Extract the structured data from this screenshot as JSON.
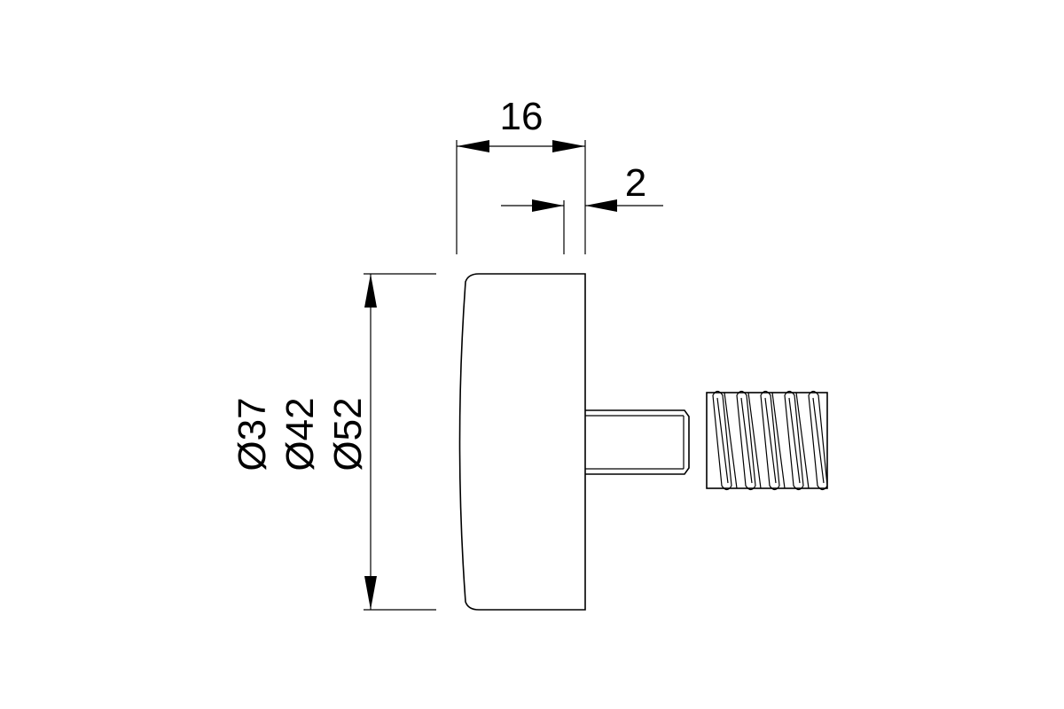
{
  "dimensions": {
    "length": "16",
    "offset": "2",
    "diameters": [
      "Ø37",
      "Ø42",
      "Ø52"
    ]
  },
  "colors": {
    "line": "#000000",
    "background": "#ffffff"
  }
}
